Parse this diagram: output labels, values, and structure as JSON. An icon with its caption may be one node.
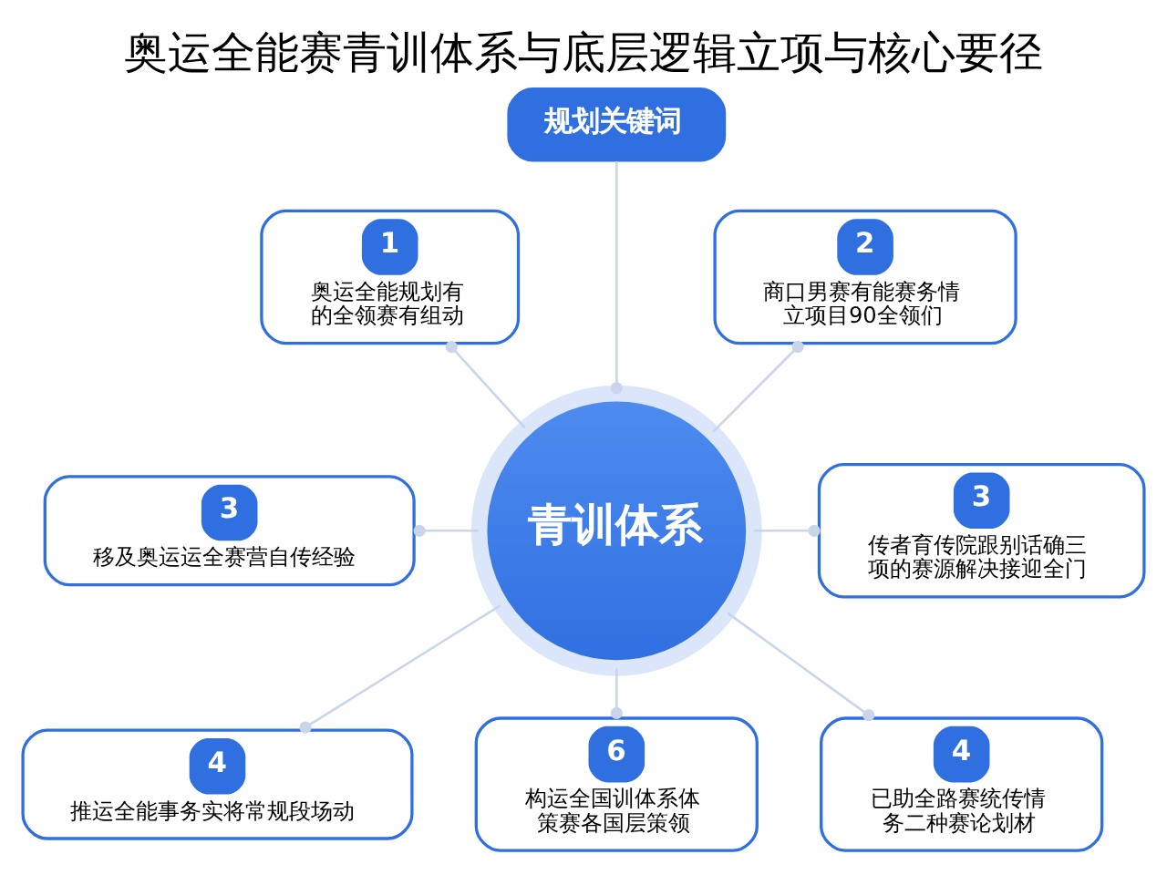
{
  "diagram": {
    "title": "奥运全能赛青训体系与底层逻辑立项与核心要径",
    "nodes": [
      {
        "text": [
          "规划关键词"
        ]
      },
      {
        "text": [
          "1",
          "奥运全能规划有的全领赛有组动"
        ]
      },
      {
        "text": [
          "2",
          "商口男赛有能赛务情立项目90全领们"
        ]
      },
      {
        "text": [
          "青训体系"
        ]
      },
      {
        "text": [
          "3",
          "移及奥运运全赛营自传经验"
        ]
      },
      {
        "text": [
          "3",
          "传者育传院跟别话确三项的赛源解决接迎全门"
        ]
      },
      {
        "text": [
          "4",
          "推运全能事务实将常规段场动"
        ]
      },
      {
        "text": [
          "6",
          "构运全国训体系体策赛各国层策领"
        ]
      },
      {
        "text": [
          "4",
          "已助全路赛统传情务二种赛论划材"
        ]
      }
    ],
    "edges": [
      {
        "from": 0,
        "to": 3,
        "arrow": "other"
      },
      {
        "from": 3,
        "to": 1,
        "arrow": "other"
      },
      {
        "from": 3,
        "to": 2,
        "arrow": "other"
      },
      {
        "from": 3,
        "to": 4,
        "arrow": "other"
      },
      {
        "from": 3,
        "to": 5,
        "arrow": "other"
      },
      {
        "from": 3,
        "to": 6,
        "arrow": "other"
      },
      {
        "from": 3,
        "to": 7,
        "arrow": "other"
      },
      {
        "from": 3,
        "to": 8,
        "arrow": "other"
      }
    ]
  }
}
